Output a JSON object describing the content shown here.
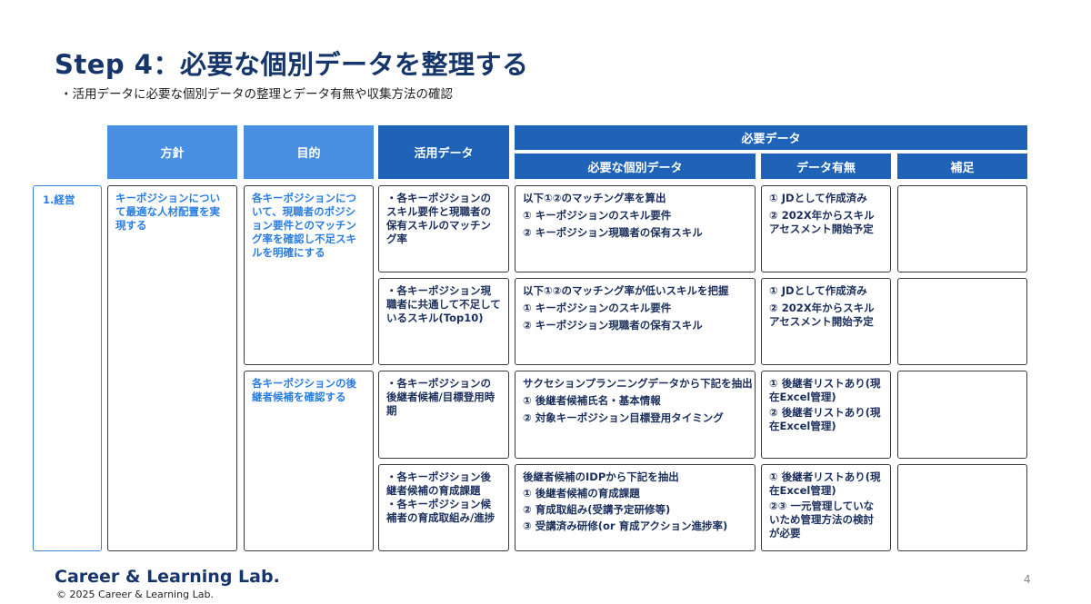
{
  "title": "Step 4：必要な個別データを整理する",
  "subtitle": "・活用データに必要な個別データの整理とデータ有無や収集方法の確認",
  "headers": {
    "policy": "方針",
    "purpose": "目的",
    "usage_data": "活用データ",
    "required_data": "必要データ",
    "individual_data": "必要な個別データ",
    "data_exists": "データ有無",
    "supplement": "補足"
  },
  "category": "1.経営",
  "policy_text": "キーポジションについて最適な人材配置を実現する",
  "purposes": [
    "各キーポジションについて、現職者のポジション要件とのマッチング率を確認し不足スキルを明確にする",
    "各キーポジションの後継者候補を確認する"
  ],
  "rows": [
    {
      "usage": "・各キーポジションのスキル要件と現職者の保有スキルのマッチング率",
      "individual": [
        "以下①②のマッチング率を算出",
        "① キーポジションのスキル要件",
        "② キーポジション現職者の保有スキル"
      ],
      "exists": [
        "① JDとして作成済み",
        "② 202X年からスキルアセスメント開始予定"
      ],
      "supplement": ""
    },
    {
      "usage": "・各キーポジション現職者に共通して不足しているスキル(Top10)",
      "individual": [
        "以下①②のマッチング率が低いスキルを把握",
        "① キーポジションのスキル要件",
        "② キーポジション現職者の保有スキル"
      ],
      "exists": [
        "① JDとして作成済み",
        "② 202X年からスキルアセスメント開始予定"
      ],
      "supplement": ""
    },
    {
      "usage": "・各キーポジションの後継者候補/目標登用時期",
      "individual": [
        "サクセションプランニングデータから下記を抽出",
        "① 後継者候補氏名・基本情報",
        "② 対象キーポジション目標登用タイミング"
      ],
      "exists": [
        "① 後継者リストあり(現在Excel管理)",
        "② 後継者リストあり(現在Excel管理)"
      ],
      "supplement": ""
    },
    {
      "usage": "・各キーポジション後継者候補の育成課題\n・各キーポジション候補者の育成取組み/進捗",
      "individual": [
        "後継者候補のIDPから下記を抽出",
        "① 後継者候補の育成課題",
        "② 育成取組み(受講予定研修等)",
        "③ 受講済み研修(or 育成アクション進捗率)"
      ],
      "exists": [
        "① 後継者リストあり(現在Excel管理)",
        "②③ 一元管理していないため管理方法の検討が必要"
      ],
      "supplement": ""
    }
  ],
  "footer": {
    "brand": "Career & Learning Lab.",
    "copyright": "© 2025 Career & Learning Lab.",
    "page": "4"
  },
  "colors": {
    "header_light": "#4a90e2",
    "header_dark": "#1e63b8",
    "title": "#16356b",
    "accent_text": "#2b7de0"
  }
}
